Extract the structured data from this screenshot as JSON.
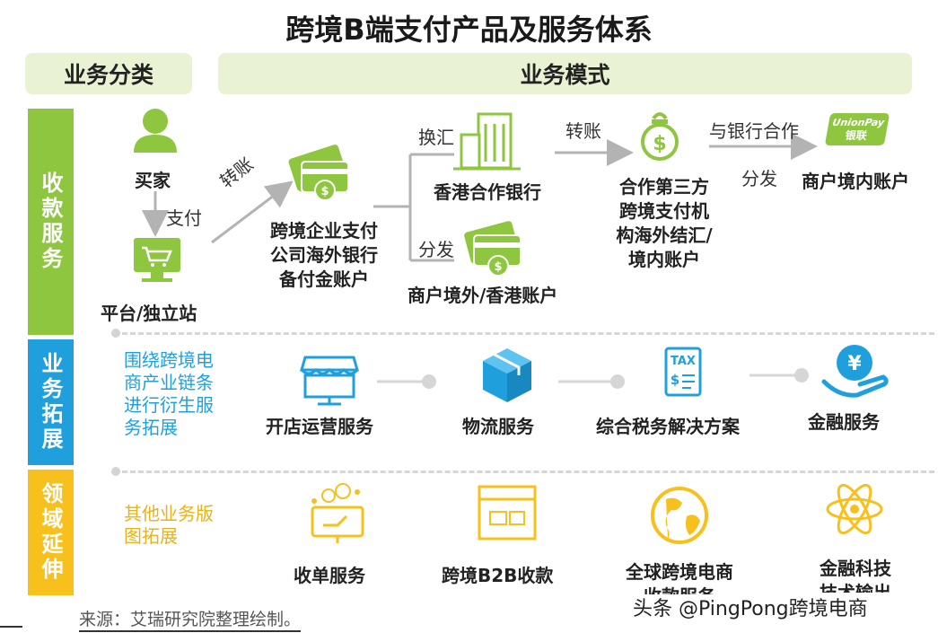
{
  "title": "跨境B端支付产品及服务体系",
  "headers": {
    "category": "业务分类",
    "mode": "业务模式"
  },
  "sidebar": {
    "collection": "收款服务",
    "expansion": "业务拓展",
    "extension": "领域延伸"
  },
  "collection": {
    "buyer": "买家",
    "pay": "支付",
    "transfer1": "转账",
    "platform": "平台/独立站",
    "company_account": "跨境企业支付\n公司海外银行\n备付金账户",
    "exchange": "换汇",
    "hk_bank": "香港合作银行",
    "distribute1": "分发",
    "merchant_overseas": "商户境外/香港账户",
    "transfer2": "转账",
    "third_party": "合作第三方\n跨境支付机\n构海外结汇/\n境内账户",
    "bank_coop": "与银行合作",
    "distribute2": "分发",
    "merchant_domestic": "商户境内账户",
    "unionpay_en": "UnionPay",
    "unionpay_cn": "银联"
  },
  "expansion": {
    "desc": "围绕跨境电\n商产业链条\n进行衍生服\n务拓展",
    "items": [
      "开店运营服务",
      "物流服务",
      "综合税务解决方案",
      "金融服务"
    ],
    "tax_label": "TAX"
  },
  "extension": {
    "desc": "其他业务版\n图拓展",
    "items": [
      "收单服务",
      "跨境B2B收款",
      "全球跨境电商\n收款服务",
      "金融科技\n技术输出"
    ]
  },
  "source": "来源：艾瑞研究院整理绘制。",
  "watermark": "头条 @PingPong跨境电商",
  "colors": {
    "green": "#8ec63f",
    "blue": "#1fa0dd",
    "yellow": "#f7c01c",
    "header_bg": "#e9f3d4"
  }
}
